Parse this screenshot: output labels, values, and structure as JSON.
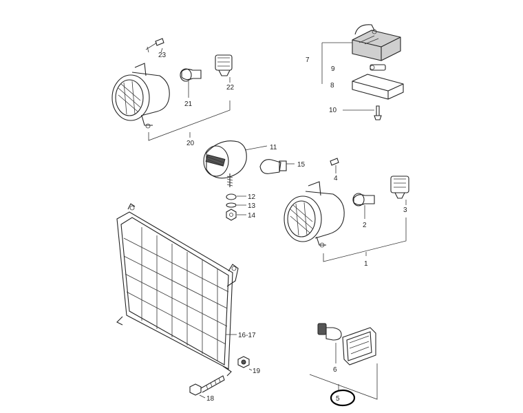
{
  "labels": {
    "p1": "1",
    "p2": "2",
    "p3": "3",
    "p4": "4",
    "p5": "5",
    "p6": "6",
    "p7": "7",
    "p8": "8",
    "p9": "9",
    "p10": "10",
    "p11": "11",
    "p12": "12",
    "p13": "13",
    "p14": "14",
    "p15": "15",
    "p1617": "16-17",
    "p18": "18",
    "p19": "19",
    "p20": "20",
    "p21": "21",
    "p22": "22",
    "p23": "23"
  },
  "highlighted_part": "5",
  "colors": {
    "line": "#222222",
    "highlight": "#000000"
  }
}
